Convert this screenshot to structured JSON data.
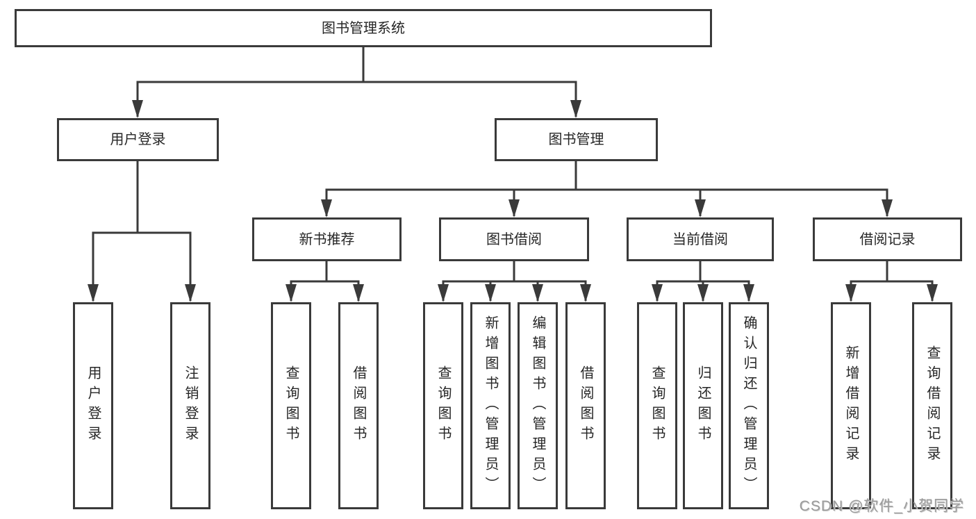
{
  "colors": {
    "background": "#ffffff",
    "box_border": "#3a3a3a",
    "connector_line": "#3a3a3a",
    "box_fill": "#ffffff",
    "text": "#262626",
    "watermark": "#9b9b9b"
  },
  "tree": {
    "root": {
      "label": "图书管理系统"
    },
    "branches": [
      {
        "label": "用户登录",
        "leaves": [
          {
            "label": "用户登录"
          },
          {
            "label": "注销登录"
          }
        ]
      },
      {
        "label": "图书管理",
        "groups": [
          {
            "label": "新书推荐",
            "leaves": [
              {
                "label": "查询图书"
              },
              {
                "label": "借阅图书"
              }
            ]
          },
          {
            "label": "图书借阅",
            "leaves": [
              {
                "label": "查询图书"
              },
              {
                "label": "新增图书（管理员）"
              },
              {
                "label": "编辑图书（管理员）"
              },
              {
                "label": "借阅图书"
              }
            ]
          },
          {
            "label": "当前借阅",
            "leaves": [
              {
                "label": "查询图书"
              },
              {
                "label": "归还图书"
              },
              {
                "label": "确认归还（管理员）"
              }
            ]
          },
          {
            "label": "借阅记录",
            "leaves": [
              {
                "label": "新增借阅记录"
              },
              {
                "label": "查询借阅记录"
              }
            ]
          }
        ]
      }
    ]
  },
  "watermark": {
    "text": "CSDN @软件_小贺同学"
  }
}
